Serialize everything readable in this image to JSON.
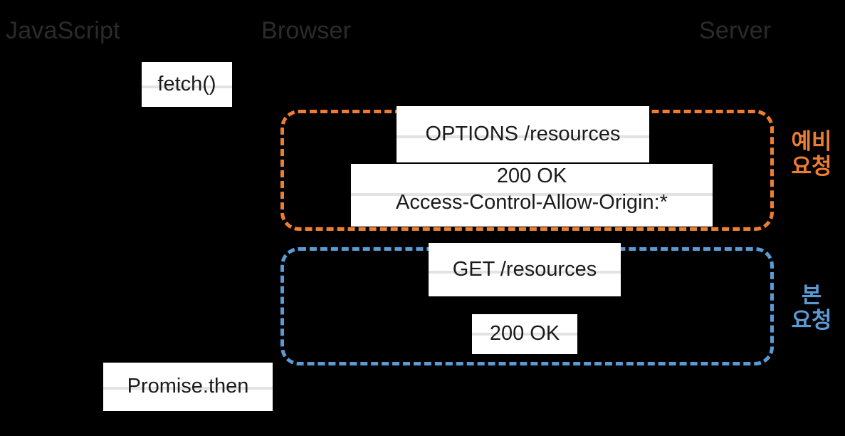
{
  "diagram": {
    "title": "CORS preflight request sequence",
    "background_color": "#000000",
    "lanes": [
      {
        "id": "javascript",
        "label": "JavaScript"
      },
      {
        "id": "browser",
        "label": "Browser"
      },
      {
        "id": "server",
        "label": "Server"
      }
    ],
    "messages": [
      {
        "id": "fetch",
        "label": "fetch()"
      },
      {
        "id": "options",
        "label": "OPTIONS /resources"
      },
      {
        "id": "ok-preflight",
        "label": "200 OK"
      },
      {
        "id": "acao-header",
        "label": "Access-Control-Allow-Origin:*"
      },
      {
        "id": "get",
        "label": "GET /resources"
      },
      {
        "id": "ok-main",
        "label": "200 OK"
      },
      {
        "id": "promise-then",
        "label": "Promise.then"
      }
    ],
    "groups": [
      {
        "id": "preflight",
        "caption_line1": "예비",
        "caption_line2": "요청",
        "color": "#ED7D31"
      },
      {
        "id": "main",
        "caption_line1": "본",
        "caption_line2": "요청",
        "color": "#5B9BD5"
      }
    ]
  }
}
